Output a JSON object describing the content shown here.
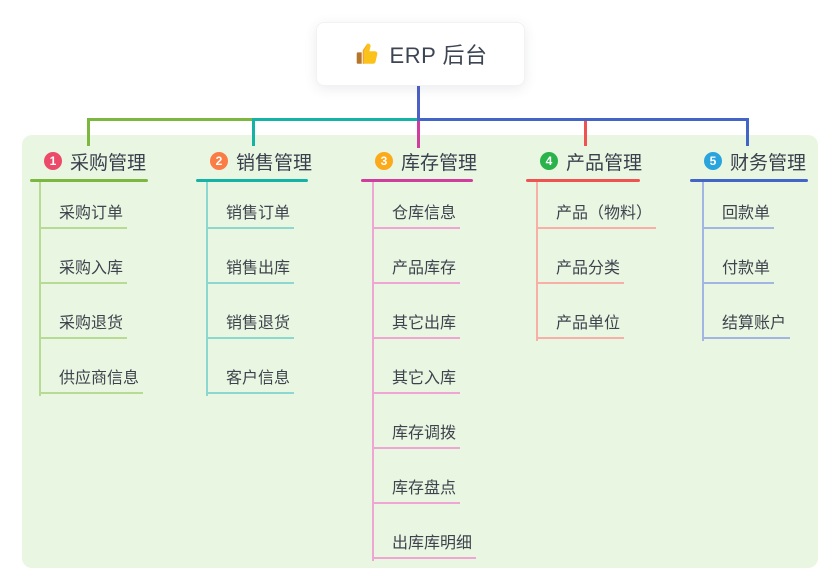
{
  "root": {
    "label": "ERP 后台",
    "icon": "thumbs-up-icon",
    "stem_color": "#4c60c8"
  },
  "panel": {
    "bg_color": "#e9f6e2"
  },
  "branches": [
    {
      "badge": "1",
      "badge_color": "#eb4b68",
      "title": "采购管理",
      "color": "#7cb840",
      "light_color": "#b7db95",
      "children": [
        "采购订单",
        "采购入库",
        "采购退货",
        "供应商信息"
      ]
    },
    {
      "badge": "2",
      "badge_color": "#fa7d45",
      "title": "销售管理",
      "color": "#14b3a5",
      "light_color": "#8cd8d0",
      "children": [
        "销售订单",
        "销售出库",
        "销售退货",
        "客户信息"
      ]
    },
    {
      "badge": "3",
      "badge_color": "#fbaa1b",
      "title": "库存管理",
      "color": "#cf3e9f",
      "light_color": "#f0a6d4",
      "children": [
        "仓库信息",
        "产品库存",
        "其它出库",
        "其它入库",
        "库存调拨",
        "库存盘点",
        "出库库明细"
      ]
    },
    {
      "badge": "4",
      "badge_color": "#2ab24b",
      "title": "产品管理",
      "color": "#ee5351",
      "light_color": "#f8afa8",
      "children": [
        "产品（物料）",
        "产品分类",
        "产品单位"
      ]
    },
    {
      "badge": "5",
      "badge_color": "#2aa4dd",
      "title": "财务管理",
      "color": "#4365c8",
      "light_color": "#a3b5e3",
      "children": [
        "回款单",
        "付款单",
        "结算账户"
      ]
    }
  ]
}
